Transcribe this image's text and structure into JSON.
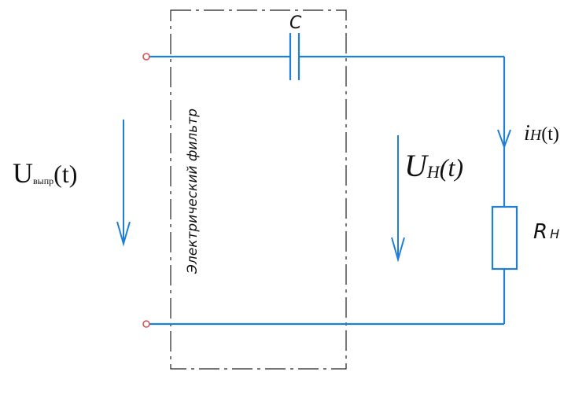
{
  "diagram": {
    "colors": {
      "wire": "#1f7fd6",
      "frame": "#222222",
      "text": "#111111"
    },
    "labels": {
      "capacitor": "C",
      "filter": "Электрический фильтр",
      "input_voltage_main": "U",
      "input_voltage_sub": "выпр",
      "input_voltage_arg": "(t)",
      "load_voltage_main": "U",
      "load_voltage_sub": "H",
      "load_voltage_arg": "(t)",
      "load_current_main": "i",
      "load_current_sub": "H",
      "load_current_arg": "(t)",
      "resistor_main": "R",
      "resistor_sub": "H"
    }
  }
}
